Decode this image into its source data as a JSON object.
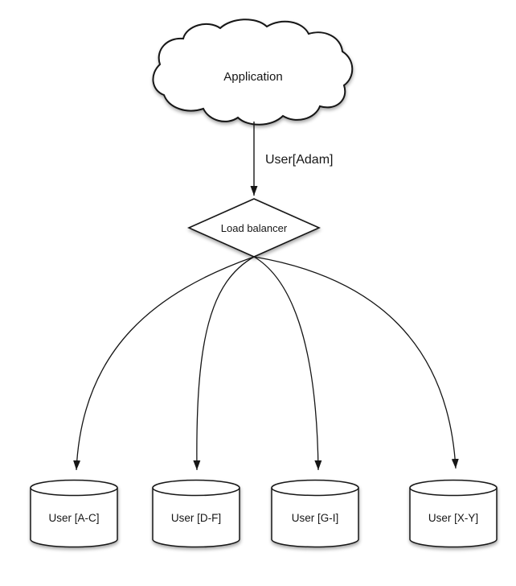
{
  "diagram": {
    "type": "architecture-sharding-diagram",
    "colors": {
      "stroke": "#161616",
      "shape_fill": "#ffffff",
      "background": "#ffffff",
      "shadow": "rgba(0,0,0,0.35)"
    },
    "nodes": {
      "application": {
        "label": "Application",
        "shape": "cloud"
      },
      "load_balancer": {
        "label": "Load balancer",
        "shape": "diamond"
      },
      "shards": [
        {
          "label": "User [A-C]",
          "shape": "cylinder"
        },
        {
          "label": "User [D-F]",
          "shape": "cylinder"
        },
        {
          "label": "User [G-I]",
          "shape": "cylinder"
        },
        {
          "label": "User [X-Y]",
          "shape": "cylinder"
        }
      ]
    },
    "edges": [
      {
        "from": "application",
        "to": "load_balancer",
        "label": "User[Adam]"
      },
      {
        "from": "load_balancer",
        "to": "shards.0",
        "label": ""
      },
      {
        "from": "load_balancer",
        "to": "shards.1",
        "label": ""
      },
      {
        "from": "load_balancer",
        "to": "shards.2",
        "label": ""
      },
      {
        "from": "load_balancer",
        "to": "shards.3",
        "label": ""
      }
    ]
  }
}
